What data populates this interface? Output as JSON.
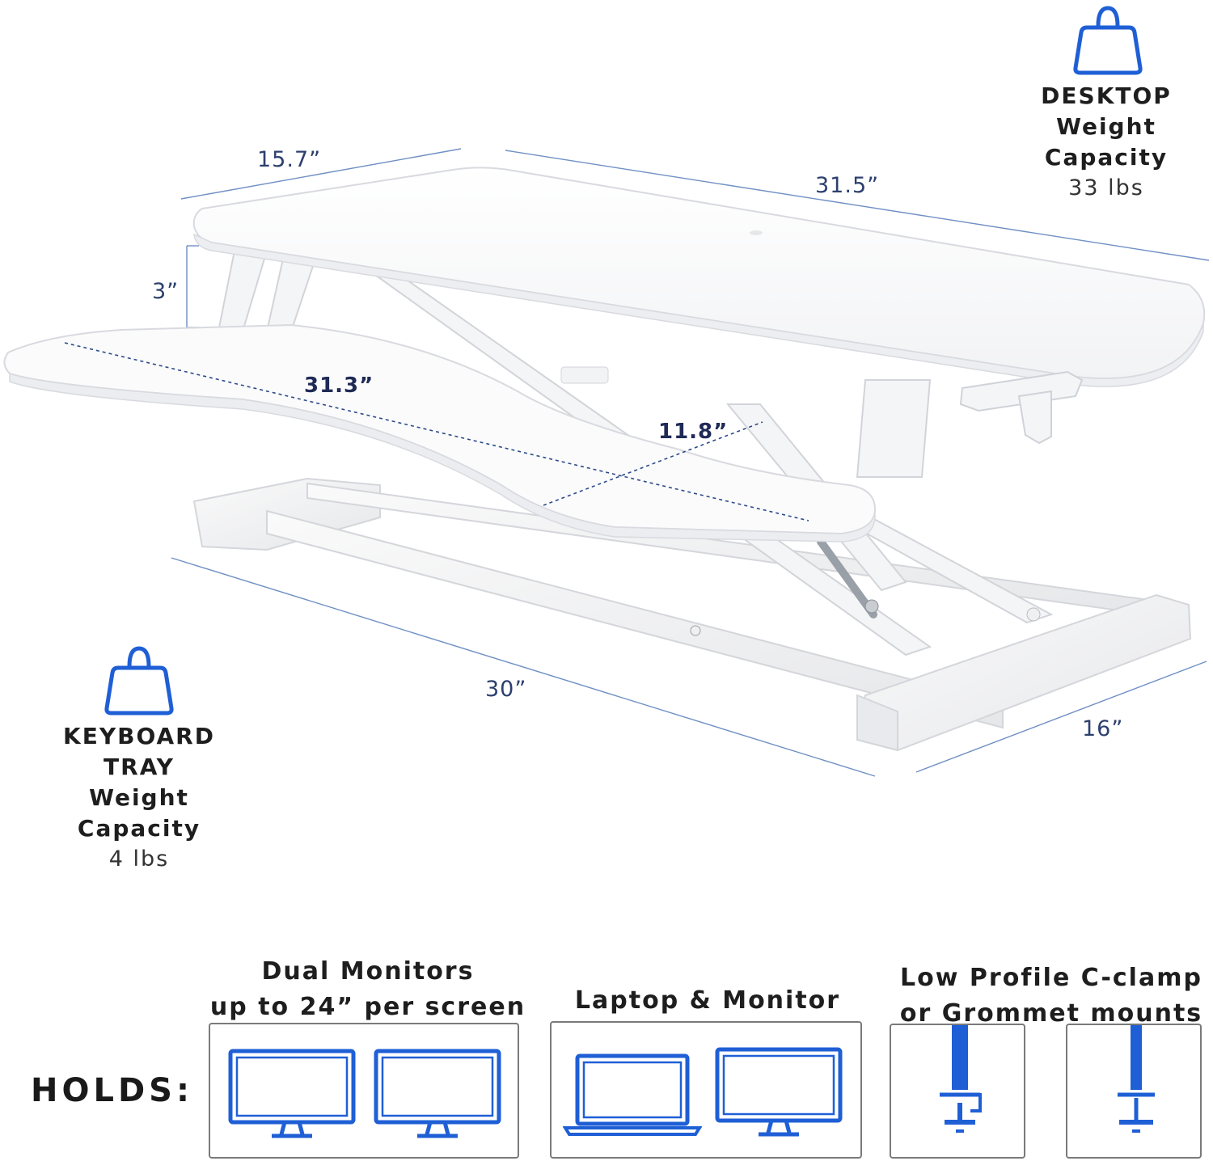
{
  "colors": {
    "accent": "#1f5fd6",
    "dimension_line": "#5a7fb8",
    "text_dark": "#1e1e1e"
  },
  "dimensions": {
    "depth_top": "15.7”",
    "width_top": "31.5”",
    "height_gap": "3”",
    "tray_width": "31.3”",
    "tray_depth": "11.8”",
    "base_width": "30”",
    "base_depth": "16”"
  },
  "desktop_capacity": {
    "icon": "weight-bag-icon",
    "line1": "DESKTOP",
    "line2": "Weight Capacity",
    "value": "33 lbs"
  },
  "keyboard_capacity": {
    "icon": "weight-bag-icon",
    "line1": "KEYBOARD TRAY",
    "line2": "Weight Capacity",
    "value": "4 lbs"
  },
  "holds": {
    "label": "HOLDS:",
    "features": [
      {
        "title_line1": "Dual Monitors",
        "title_line2": "up to 24” per screen",
        "icons": [
          "monitor-icon",
          "monitor-icon"
        ]
      },
      {
        "title_line1": "Laptop & Monitor",
        "icons": [
          "laptop-icon",
          "monitor-icon"
        ]
      },
      {
        "title_line1": "Low Profile C-clamp",
        "title_line2": "or Grommet mounts",
        "icons": [
          "c-clamp-icon",
          "grommet-icon"
        ]
      }
    ]
  }
}
